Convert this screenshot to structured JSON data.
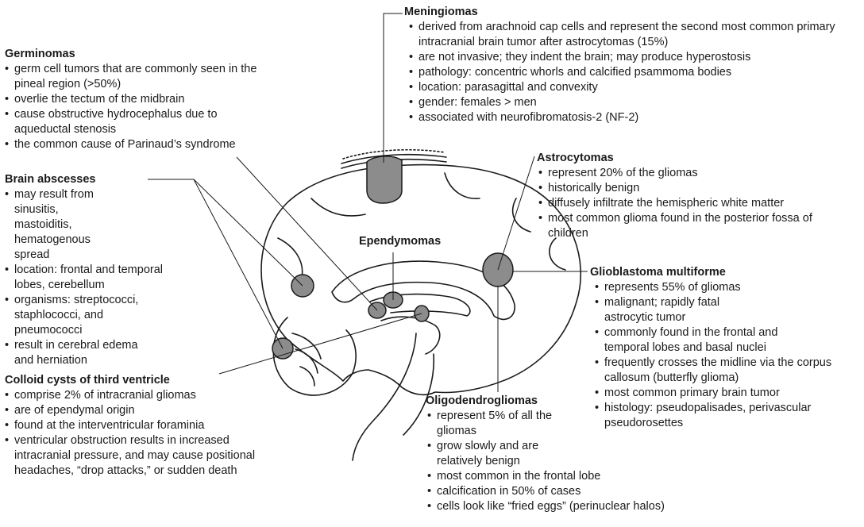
{
  "meningiomas": {
    "title": "Meningiomas",
    "items": [
      "derived from arachnoid cap cells and represent the second most common primary intracranial brain tumor after astrocytomas (15%)",
      "are not invasive; they indent the brain; may produce hyperostosis",
      "pathology: concentric whorls and calcified psammoma bodies",
      "location: parasagittal and convexity",
      "gender: females > men",
      "associated with neurofibromatosis-2 (NF-2)"
    ]
  },
  "germinomas": {
    "title": "Germinomas",
    "items": [
      "germ cell tumors that are commonly seen in the pineal region (>50%)",
      "overlie the tectum of the midbrain",
      "cause obstructive hydrocephalus due to aqueductal stenosis",
      "the common cause of Parinaud’s syndrome"
    ]
  },
  "abscesses": {
    "title": "Brain abscesses",
    "items": [
      "may result from sinusitis, mastoiditis, hematogenous spread",
      "location: frontal and temporal lobes, cerebellum",
      "organisms: streptococci, staphlococci, and pneumococci",
      "result in cerebral edema and herniation"
    ]
  },
  "astrocytomas": {
    "title": "Astrocytomas",
    "items": [
      "represent 20% of the gliomas",
      "historically benign",
      "diffusely infiltrate the hemispheric white matter",
      "most common glioma found in the posterior fossa of children"
    ]
  },
  "ependymomas": {
    "title": "Ependymomas"
  },
  "glioblastoma": {
    "title": "Glioblastoma multiforme",
    "items": [
      "represents 55% of gliomas",
      "malignant; rapidly fatal astrocytic tumor",
      "commonly found in the frontal and temporal lobes and basal nuclei",
      "frequently crosses the midline via the corpus callosum (butterfly glioma)",
      "most common primary brain tumor",
      "histology: pseudopalisades, perivascular pseudorosettes"
    ]
  },
  "colloid": {
    "title": "Colloid cysts of third ventricle",
    "items": [
      "comprise 2% of intracranial gliomas",
      "are of ependymal origin",
      "found at the interventricular foraminia",
      "ventricular obstruction results in increased intracranial pressure, and may cause positional headaches, “drop attacks,” or sudden death"
    ]
  },
  "oligodendrogliomas": {
    "title": "Oligodendrogliomas",
    "items": [
      "represent 5% of all the gliomas",
      "grow slowly and are relatively benign",
      "most common in the frontal lobe",
      "calcification in 50% of cases",
      "cells look like “fried eggs” (perinuclear halos)"
    ]
  },
  "colors": {
    "tumor_fill": "#8c8c8c",
    "line": "#1a1a1a",
    "background": "#ffffff"
  }
}
